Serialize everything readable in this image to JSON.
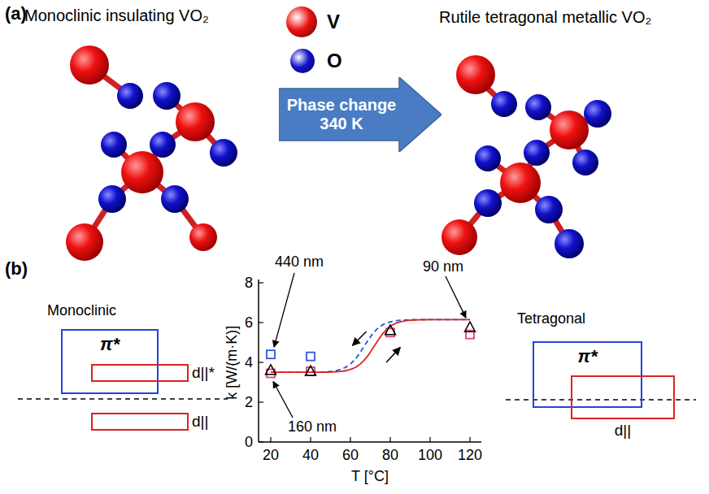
{
  "diagram": {
    "nodes": [
      {
        "text": [
          "Phase change 340 K"
        ]
      },
      {
        "text": [
          "π*"
        ]
      },
      {
        "text": [
          "d||*"
        ]
      },
      {
        "text": [
          "d||"
        ]
      },
      {
        "text": [
          "π*"
        ]
      },
      {
        "text": [
          "d||"
        ]
      }
    ],
    "labels": [
      "(a)",
      "Monoclinic insulating VO₂",
      "Rutile tetragonal metallic VO₂",
      "(b)",
      "Monoclinic",
      "Tetragonal",
      "k [W/(m·K)]",
      "T [°C]",
      "0",
      "2",
      "4",
      "6",
      "8",
      "20",
      "40",
      "60",
      "80",
      "100",
      "120",
      "440 nm",
      "160 nm",
      "90 nm"
    ],
    "legend": [
      {
        "text": "V",
        "color": "#ee1111"
      },
      {
        "text": "O",
        "color": "#1111cc"
      }
    ]
  }
}
